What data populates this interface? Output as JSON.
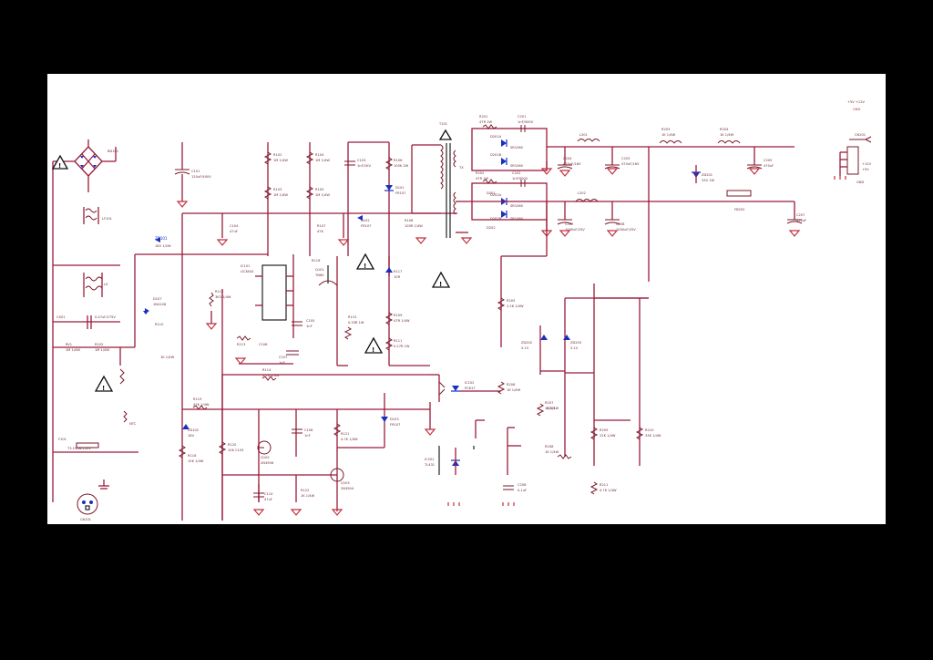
{
  "schematic": {
    "labels": {
      "bridge": "BD101",
      "fuse": "F101",
      "line_filter": "LF101",
      "connector_input": "CN101",
      "transformer": "T101",
      "choke_out": "FB202",
      "connector_output": "CN201",
      "ic_pwm": "IC101",
      "optocoupler": "IC102",
      "shunt_regulator": "IC201",
      "cap_bulk": "C101",
      "cap_out": "C207",
      "diode_out1": "D201",
      "diode_out2": "D202",
      "zener_out": "ZD201",
      "res_sense": "R101",
      "mosfet": "Q101"
    }
  }
}
